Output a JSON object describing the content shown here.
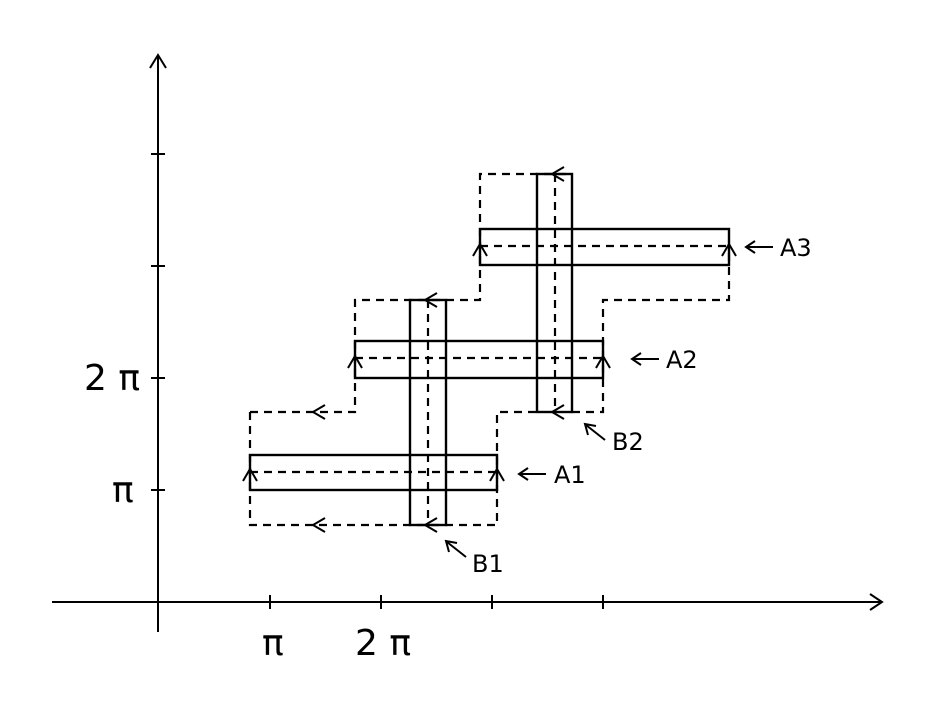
{
  "axes": {
    "x_tick_labels": [
      "π",
      "2 π"
    ],
    "y_tick_labels": [
      "π",
      "2 π"
    ]
  },
  "strips": {
    "horizontal": [
      "A1",
      "A2",
      "A3"
    ],
    "vertical": [
      "B1",
      "B2"
    ]
  }
}
